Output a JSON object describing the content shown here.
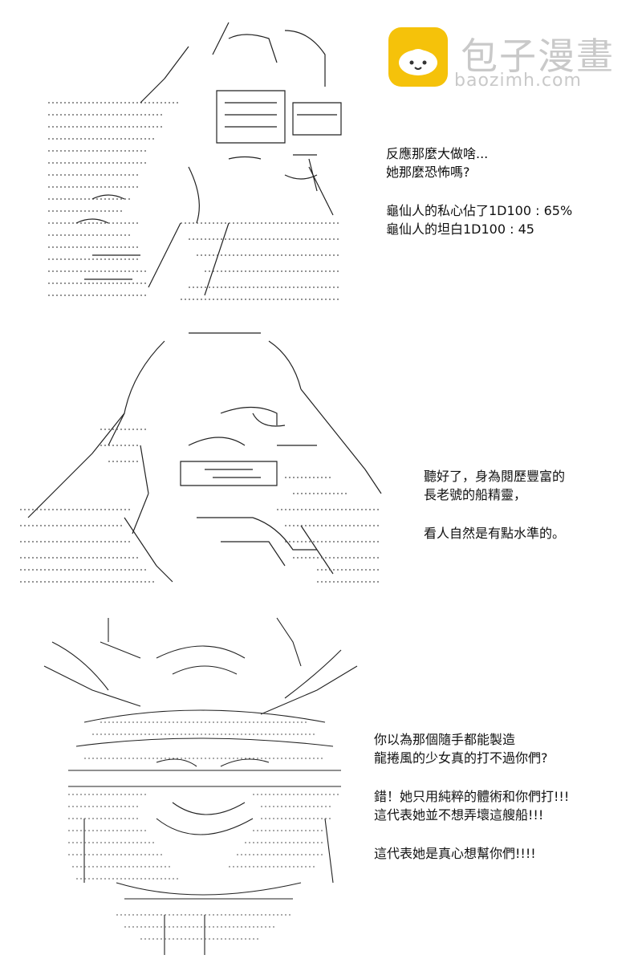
{
  "logo": {
    "name_cn": "包子漫畫",
    "domain": "baozimh.com",
    "icon": "steamed-bun-icon",
    "accent": "#f5c20a"
  },
  "panels": [
    {
      "id": "panel1",
      "art": "ascii-art-character-1",
      "lines": [
        "反應那麼大做啥...",
        "她那麼恐怖嗎?",
        "",
        "龜仙人的私心佔了1D100 : 65%",
        "龜仙人的坦白1D100 : 45"
      ]
    },
    {
      "id": "panel2",
      "art": "ascii-art-character-2",
      "lines": [
        "聽好了，身為閱歷豐富的",
        "長老號的船精靈，",
        "",
        "看人自然是有點水準的。"
      ]
    },
    {
      "id": "panel3",
      "art": "ascii-art-character-3",
      "lines": [
        "你以為那個隨手都能製造",
        "龍捲風的少女真的打不過你們?",
        "",
        "錯！她只用純粹的體術和你們打!!!",
        "這代表她並不想弄壞這艘船!!!",
        "",
        "這代表她是真心想幫你們!!!!"
      ]
    }
  ]
}
